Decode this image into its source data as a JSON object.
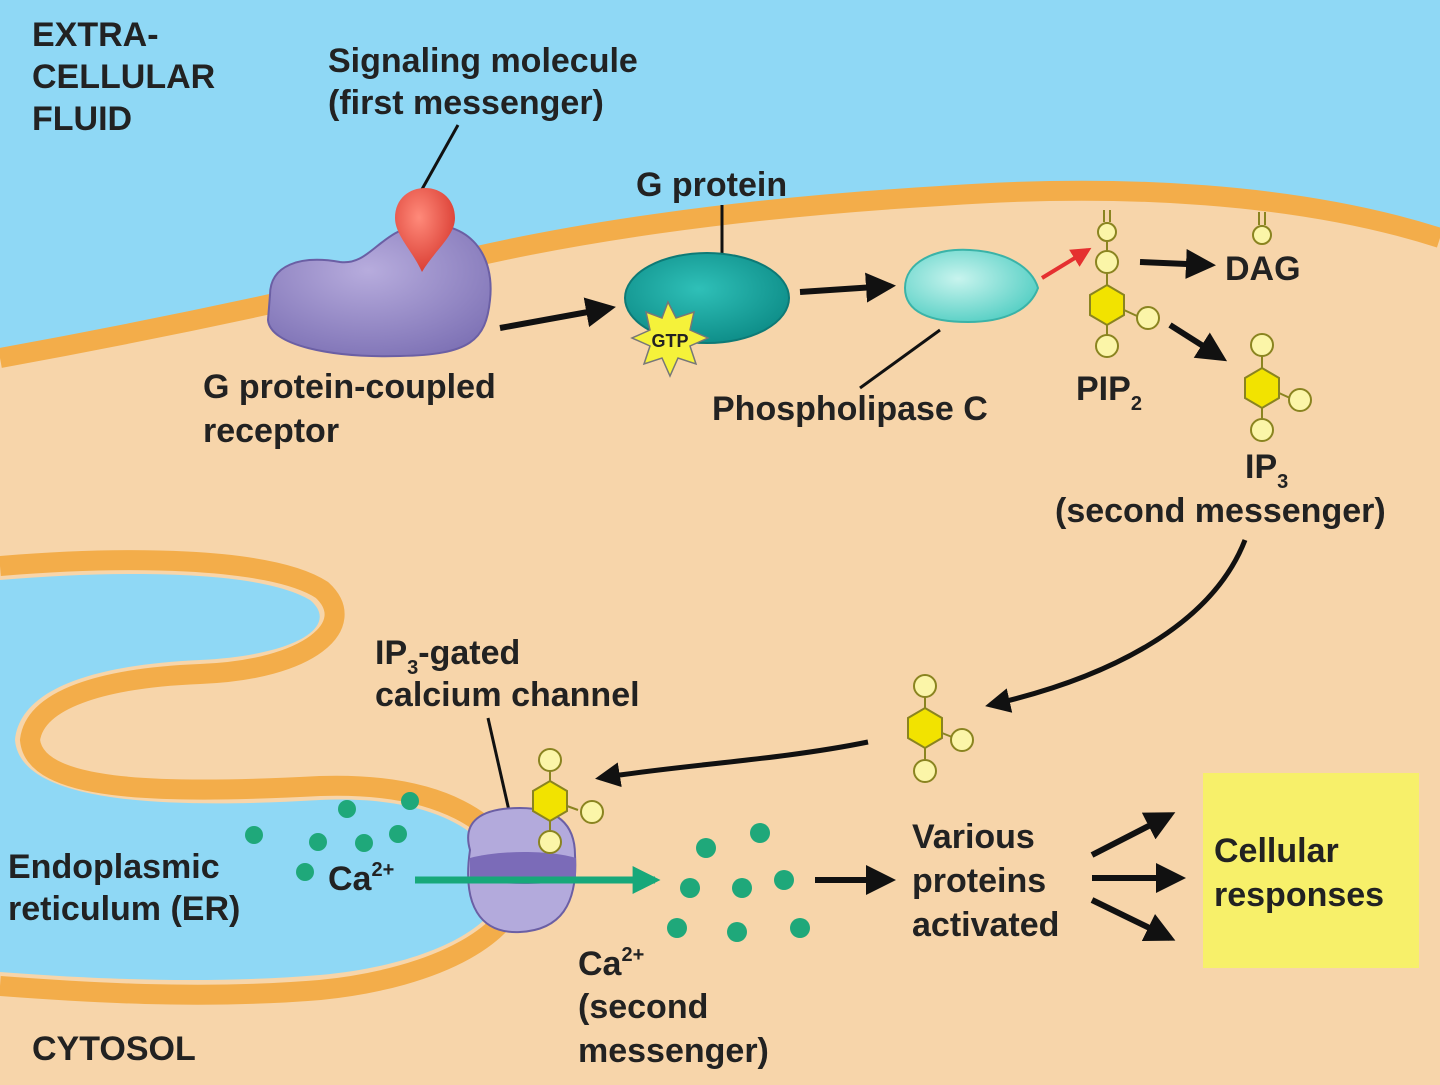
{
  "regions": {
    "extracellular_line1": "EXTRA-",
    "extracellular_line2": "CELLULAR",
    "extracellular_line3": "FLUID",
    "cytosol": "CYTOSOL"
  },
  "labels": {
    "signaling_line1": "Signaling molecule",
    "signaling_line2": "(first messenger)",
    "g_protein": "G protein",
    "gtp": "GTP",
    "receptor_line1": "G protein-coupled",
    "receptor_line2": "receptor",
    "phospholipase": "Phospholipase C",
    "pip_main": "PIP",
    "pip_sub": "2",
    "dag": "DAG",
    "ip3_main": "IP",
    "ip3_sub": "3",
    "ip3_second": "(second messenger)",
    "channel_ip": "IP",
    "channel_sub": "3",
    "channel_gated": "-gated",
    "channel_line2": "calcium channel",
    "er_line1": "Endoplasmic",
    "er_line2": "reticulum (ER)",
    "ca_main": "Ca",
    "ca_sup": "2+",
    "ca2_main": "Ca",
    "ca2_sup": "2+",
    "ca2_line2": "(second",
    "ca2_line3": "messenger)",
    "proteins_line1": "Various",
    "proteins_line2": "proteins",
    "proteins_line3": "activated",
    "responses_line1": "Cellular",
    "responses_line2": "responses"
  },
  "colors": {
    "extracellular": "#8fd8f5",
    "cytosol": "#f7d5aa",
    "membrane": "#f3ad4a",
    "receptor": "#9a8fc9",
    "signaling_molecule": "#e8544a",
    "g_protein": "#1aa5a0",
    "phospholipase": "#6fd8cf",
    "ip3_hexagon": "#f2e300",
    "ip3_circle": "#fbf5a8",
    "calcium": "#1fa87a",
    "calcium_arrow": "#17a87a",
    "red_arrow": "#e53030",
    "responses_box": "#f7f06a"
  }
}
